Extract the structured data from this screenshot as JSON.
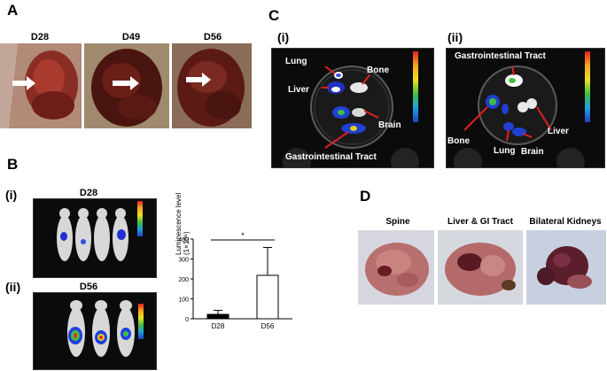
{
  "panels": {
    "a": {
      "letter": "A",
      "labels": [
        "D28",
        "D49",
        "D56"
      ]
    },
    "b": {
      "letter": "B",
      "sub_i": "(i)",
      "sub_ii": "(ii)",
      "label_top": "D28",
      "label_bottom": "D56"
    },
    "c": {
      "letter": "C",
      "sub_i": "(i)",
      "sub_ii": "(ii)",
      "i_labels": {
        "lung": "Lung",
        "bone": "Bone",
        "liver": "Liver",
        "brain": "Brain",
        "gi": "Gastrointestinal Tract"
      },
      "ii_labels": {
        "gi": "Gastrointestinal Tract",
        "bone": "Bone",
        "liver": "Liver",
        "lung": "Lung",
        "brain": "Brain"
      }
    },
    "d": {
      "letter": "D",
      "labels": [
        "Spine",
        "Liver & GI Tract",
        "Bilateral Kidneys"
      ]
    }
  },
  "chart_data": {
    "type": "bar",
    "categories": [
      "D28",
      "D56"
    ],
    "values": [
      22,
      218
    ],
    "errors": [
      20,
      140
    ],
    "ylabel": "Luminescence level (1×10⁶)",
    "yticks": [
      "0",
      "100",
      "200",
      "300",
      "400"
    ],
    "ylim": [
      0,
      400
    ],
    "significance": "*",
    "bar_colors": [
      "#000000",
      "#ffffff"
    ]
  }
}
